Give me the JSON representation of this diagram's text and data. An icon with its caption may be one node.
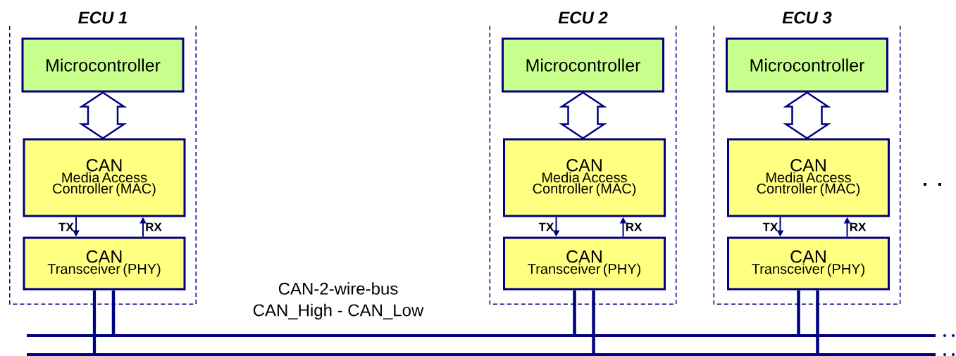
{
  "diagram": {
    "nodes": [
      {
        "text": [
          "ECU 1"
        ]
      },
      {
        "text": [
          "Microcontroller"
        ],
        "in": 0
      },
      {
        "text": [
          "CAN",
          "Media Access Controller (MAC)"
        ],
        "in": 0
      },
      {
        "text": [
          "CAN",
          "Transceiver (PHY)"
        ],
        "in": 0
      },
      {
        "text": [
          "ECU 2"
        ]
      },
      {
        "text": [
          "Microcontroller"
        ],
        "in": 4
      },
      {
        "text": [
          "CAN",
          "Media Access Controller (MAC)"
        ],
        "in": 4
      },
      {
        "text": [
          "CAN",
          "Transceiver (PHY)"
        ],
        "in": 4
      },
      {
        "text": [
          "ECU 3"
        ]
      },
      {
        "text": [
          "Microcontroller"
        ],
        "in": 8
      },
      {
        "text": [
          "CAN",
          "Media Access Controller (MAC)"
        ],
        "in": 8
      },
      {
        "text": [
          "CAN",
          "Transceiver (PHY)"
        ],
        "in": 8
      },
      {
        "text": [],
        "shape": "bar"
      },
      {
        "text": [],
        "shape": "bar"
      }
    ],
    "edges": [
      {
        "from": 1,
        "to": 2,
        "arrow": "both",
        "style": "thick"
      },
      {
        "from": 2,
        "to": 3,
        "arrow": "to",
        "label": "TX"
      },
      {
        "from": 3,
        "to": 2,
        "arrow": "to",
        "label": "RX"
      },
      {
        "from": 3,
        "to": 12,
        "arrow": "none",
        "style": "thick"
      },
      {
        "from": 3,
        "to": 13,
        "arrow": "none",
        "style": "thick"
      },
      {
        "from": 5,
        "to": 6,
        "arrow": "both",
        "style": "thick"
      },
      {
        "from": 6,
        "to": 7,
        "arrow": "to",
        "label": "TX"
      },
      {
        "from": 7,
        "to": 6,
        "arrow": "to",
        "label": "RX"
      },
      {
        "from": 7,
        "to": 12,
        "arrow": "none",
        "style": "thick"
      },
      {
        "from": 7,
        "to": 13,
        "arrow": "none",
        "style": "thick"
      },
      {
        "from": 9,
        "to": 10,
        "arrow": "both",
        "style": "thick"
      },
      {
        "from": 10,
        "to": 11,
        "arrow": "to",
        "label": "TX"
      },
      {
        "from": 11,
        "to": 10,
        "arrow": "to",
        "label": "RX"
      },
      {
        "from": 11,
        "to": 12,
        "arrow": "none",
        "style": "thick"
      },
      {
        "from": 11,
        "to": 13,
        "arrow": "none",
        "style": "thick"
      }
    ],
    "labels": [
      "CAN-2-wire-bus",
      "CAN_High - CAN_Low"
    ]
  }
}
